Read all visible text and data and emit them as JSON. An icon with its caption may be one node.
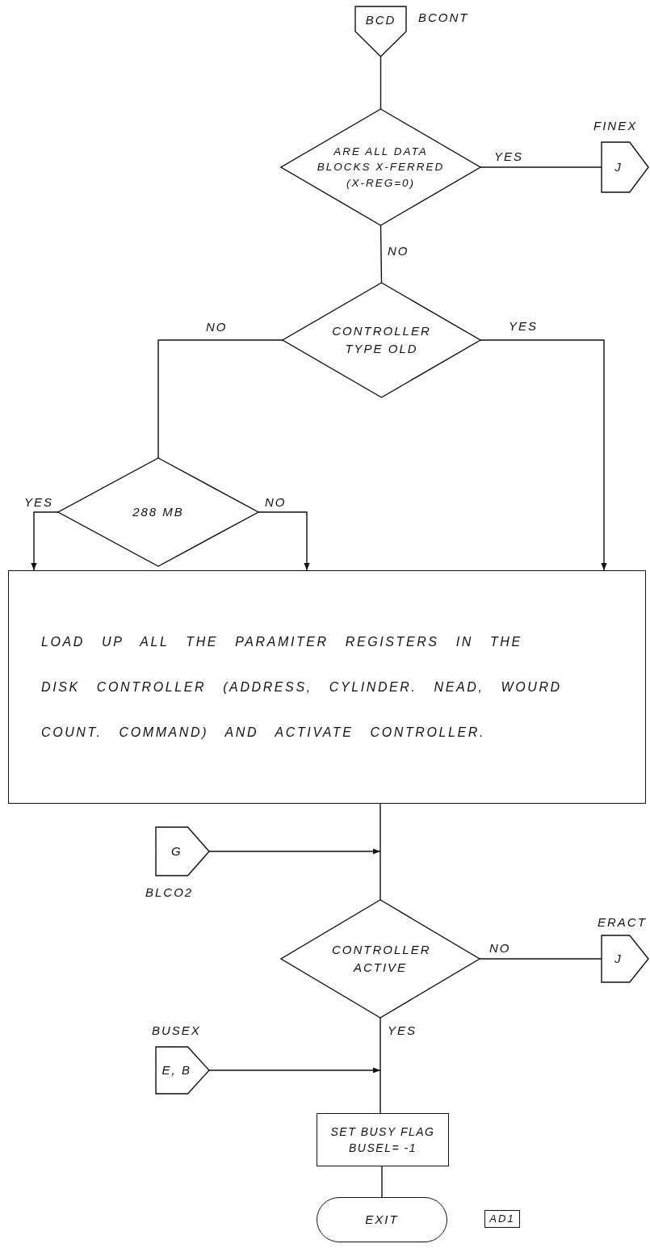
{
  "diagram": {
    "nodes": [
      {
        "text": [
          "BCD"
        ],
        "beside": [
          "BCONT"
        ]
      },
      {
        "text": [
          "ARE ALL DATA BLOCKS X-FERRED (X-REG=0)"
        ]
      },
      {
        "text": [
          "J"
        ],
        "beside": [
          "FINEX"
        ]
      },
      {
        "text": [
          "CONTROLLER TYPE OLD"
        ]
      },
      {
        "text": [
          "288 MB"
        ]
      },
      {
        "text": [
          "LOAD UP ALL THE PARAMITER REGISTERS IN THE DISK CONTROLLER (ADDRESS, CYLINDER. NEAD, WOURD COUNT. COMMAND) AND ACTIVATE CONTROLLER."
        ]
      },
      {
        "text": [
          "G"
        ],
        "beside": [
          "BLCO2"
        ]
      },
      {
        "text": [
          "CONTROLLER ACTIVE"
        ]
      },
      {
        "text": [
          "J"
        ],
        "beside": [
          "ERACT"
        ]
      },
      {
        "text": [
          "E, B"
        ],
        "beside": [
          "BUSEX"
        ]
      },
      {
        "text": [
          "SET BUSY FLAG BUSEL= -1"
        ]
      },
      {
        "text": [
          "EXIT"
        ]
      },
      {
        "text": [
          "AD1"
        ]
      }
    ],
    "edges": [
      {
        "from": 0,
        "to": 1,
        "arrow": "none"
      },
      {
        "from": 1,
        "to": 2,
        "label": "YES",
        "arrow": "none"
      },
      {
        "from": 1,
        "to": 3,
        "label": "NO",
        "arrow": "none"
      },
      {
        "from": 3,
        "to": 4,
        "label": "NO",
        "arrow": "none"
      },
      {
        "from": 3,
        "to": 5,
        "label": "YES",
        "arrow": "to"
      },
      {
        "from": 4,
        "to": 5,
        "label": "YES",
        "arrow": "to"
      },
      {
        "from": 4,
        "to": 5,
        "label": "NO",
        "arrow": "to"
      },
      {
        "from": 5,
        "to": 7,
        "arrow": "none"
      },
      {
        "from": 6,
        "to": null,
        "arrow": "to"
      },
      {
        "from": 7,
        "to": 8,
        "label": "NO",
        "arrow": "none"
      },
      {
        "from": 7,
        "to": 10,
        "label": "YES",
        "arrow": "none"
      },
      {
        "from": 9,
        "to": null,
        "arrow": "to"
      },
      {
        "from": 10,
        "to": 11,
        "arrow": "none"
      }
    ]
  }
}
